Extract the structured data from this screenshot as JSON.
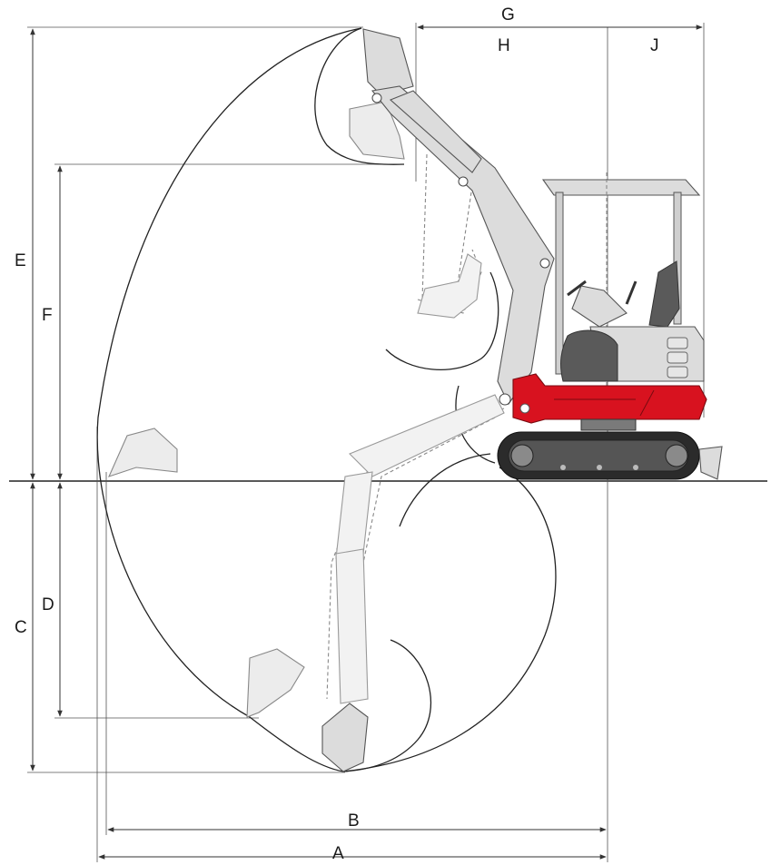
{
  "dimension_labels": {
    "A": "A",
    "B": "B",
    "C": "C",
    "D": "D",
    "E": "E",
    "F": "F",
    "G": "G",
    "H": "H",
    "J": "J"
  },
  "colors": {
    "body_red": "#d8121f",
    "steel_grey": "#dcdcdc",
    "line": "#222222"
  }
}
